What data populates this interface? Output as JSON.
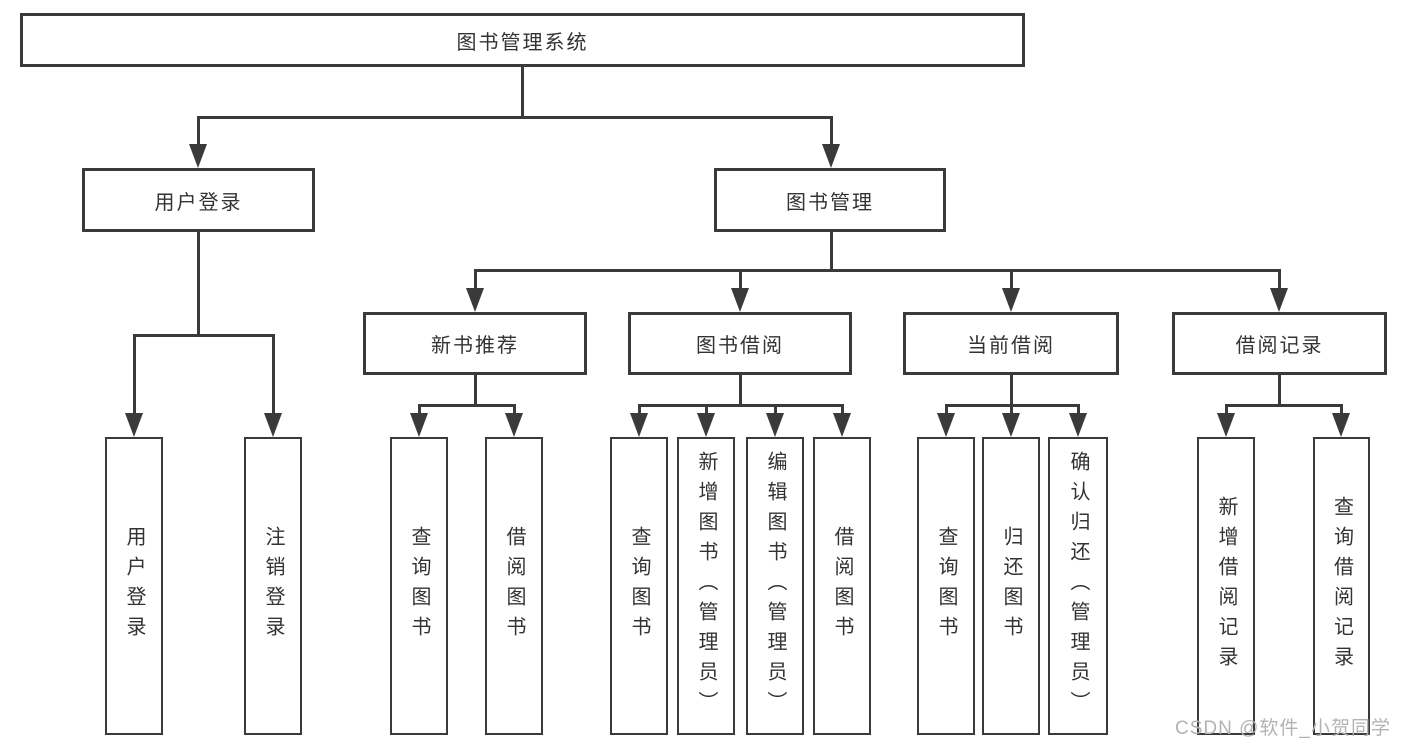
{
  "tree": {
    "label": "图书管理系统",
    "children": [
      {
        "label": "用户登录",
        "children": [
          {
            "label": "用户登录"
          },
          {
            "label": "注销登录"
          }
        ]
      },
      {
        "label": "图书管理",
        "children": [
          {
            "label": "新书推荐",
            "children": [
              {
                "label": "查询图书"
              },
              {
                "label": "借阅图书"
              }
            ]
          },
          {
            "label": "图书借阅",
            "children": [
              {
                "label": "查询图书"
              },
              {
                "label": "新增图书（管理员）"
              },
              {
                "label": "编辑图书（管理员）"
              },
              {
                "label": "借阅图书"
              }
            ]
          },
          {
            "label": "当前借阅",
            "children": [
              {
                "label": "查询图书"
              },
              {
                "label": "归还图书"
              },
              {
                "label": "确认归还（管理员）"
              }
            ]
          },
          {
            "label": "借阅记录",
            "children": [
              {
                "label": "新增借阅记录"
              },
              {
                "label": "查询借阅记录"
              }
            ]
          }
        ]
      }
    ]
  },
  "watermark": {
    "text": "CSDN @软件_小贺同学"
  },
  "colors": {
    "line": "#3a3a3a",
    "box_border": "#3a3a3a",
    "box_fill": "#ffffff",
    "text": "#333333",
    "watermark": "#b3b3b3"
  }
}
